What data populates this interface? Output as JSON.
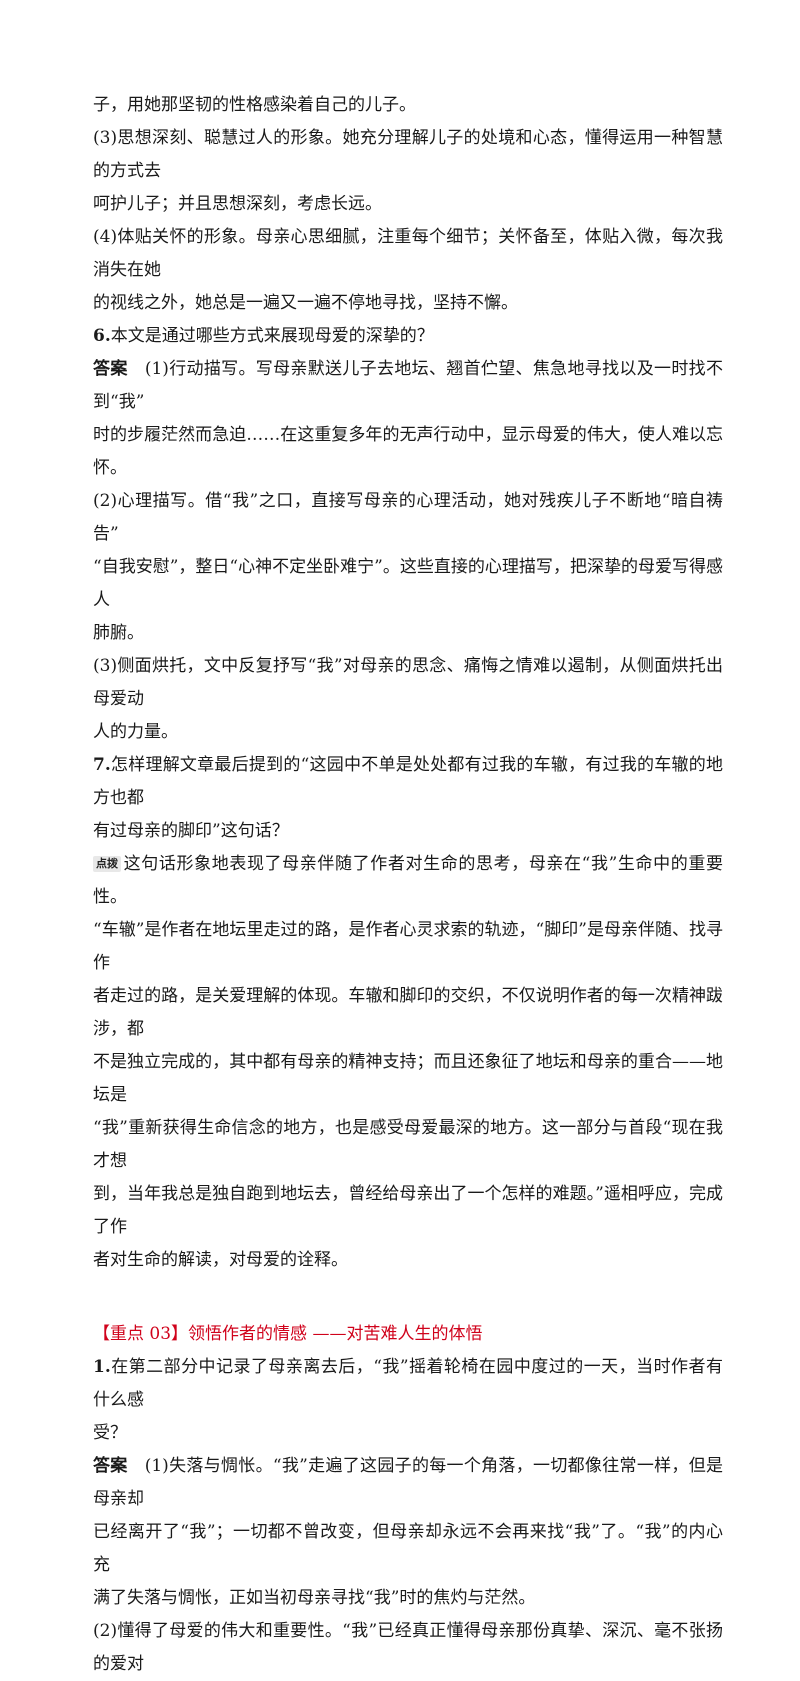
{
  "lines": {
    "l1": "子，用她那坚韧的性格感染着自己的儿子。",
    "l2a": "(3)思想深刻、聪慧过人的形象。她充分理解儿子的处境和心态，懂得运用一种智慧的方式去",
    "l2b": "呵护儿子；并且思想深刻，考虑长远。",
    "l3a": "(4)体贴关怀的形象。母亲心思细腻，注重每个细节；关怀备至，体贴入微，每次我消失在她",
    "l3b": "的视线之外，她总是一遍又一遍不停地寻找，坚持不懈。"
  },
  "q6": {
    "number": "6.",
    "question": "本文是通过哪些方式来展现母爱的深挚的？",
    "answer_label": "答案",
    "a1a": "(1)行动描写。写母亲默送儿子去地坛、翘首伫望、焦急地寻找以及一时找不到“我”",
    "a1b": "时的步履茫然而急迫……在这重复多年的无声行动中，显示母爱的伟大，使人难以忘怀。",
    "a2a": "(2)心理描写。借“我”之口，直接写母亲的心理活动，她对残疾儿子不断地“暗自祷告”",
    "a2b": "“自我安慰”，整日“心神不定坐卧难宁”。这些直接的心理描写，把深挚的母爱写得感人",
    "a2c": "肺腑。",
    "a3a": "(3)侧面烘托，文中反复抒写“我”对母亲的思念、痛悔之情难以遏制，从侧面烘托出母爱动",
    "a3b": "人的力量。"
  },
  "q7": {
    "number": "7.",
    "question_a": "怎样理解文章最后提到的“这园中不单是处处都有过我的车辙，有过我的车辙的地方也都",
    "question_b": "有过母亲的脚印”这句话？",
    "badge": "点拨",
    "t1": "这句话形象地表现了母亲伴随了作者对生命的思考，母亲在“我”生命中的重要性。",
    "t2": "“车辙”是作者在地坛里走过的路，是作者心灵求索的轨迹，“脚印”是母亲伴随、找寻作",
    "t3": "者走过的路，是关爱理解的体现。车辙和脚印的交织，不仅说明作者的每一次精神跋涉，都",
    "t4": "不是独立完成的，其中都有母亲的精神支持；而且还象征了地坛和母亲的重合——地坛是",
    "t5": "“我”重新获得生命信念的地方，也是感受母爱最深的地方。这一部分与首段“现在我才想",
    "t6": "到，当年我总是独自跑到地坛去，曾经给母亲出了一个怎样的难题。”遥相呼应，完成了作",
    "t7": "者对生命的解读，对母爱的诠释。"
  },
  "section": {
    "tag": "【重点 03】",
    "title": "领悟作者的情感 ——对苦难人生的体悟"
  },
  "q1": {
    "number": "1.",
    "question_a": "在第二部分中记录了母亲离去后，“我”摇着轮椅在园中度过的一天，当时作者有什么感",
    "question_b": "受？",
    "answer_label": "答案",
    "a1a": "(1)失落与惆怅。“我”走遍了这园子的每一个角落，一切都像往常一样，但是母亲却",
    "a1b": "已经离开了“我”；一切都不曾改变，但母亲却永远不会再来找“我”了。“我”的内心充",
    "a1c": "满了失落与惆怅，正如当初母亲寻找“我”时的焦灼与茫然。",
    "a2a": "(2)懂得了母爱的伟大和重要性。“我”已经真正懂得母亲那份真挚、深沉、毫不张扬的爱对"
  },
  "colors": {
    "accent_red": "#d0021b",
    "text": "#1a1a1a"
  }
}
